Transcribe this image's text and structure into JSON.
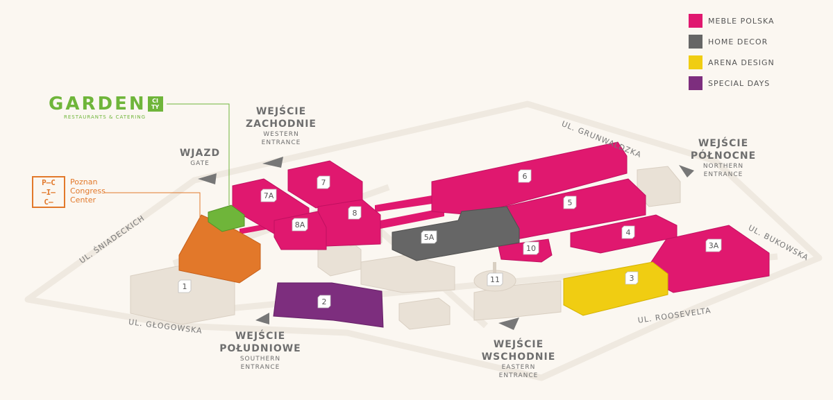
{
  "legend": [
    {
      "label": "MEBLE POLSKA",
      "color": "#e0186f"
    },
    {
      "label": "HOME DECOR",
      "color": "#666666"
    },
    {
      "label": "ARENA DESIGN",
      "color": "#f0cd12"
    },
    {
      "label": "SPECIAL DAYS",
      "color": "#7d2e7e"
    }
  ],
  "colors": {
    "meble_polska": "#e0186f",
    "home_decor": "#666666",
    "arena_design": "#f0cd12",
    "special_days": "#7d2e7e",
    "garden_city": "#6fb53a",
    "congress_center": "#e2782a",
    "other_building": "#e9e1d6",
    "path": "#efe9e0"
  },
  "halls": [
    "7A",
    "7",
    "8A",
    "8",
    "6",
    "5",
    "5A",
    "4",
    "10",
    "3A",
    "3",
    "11",
    "1",
    "2"
  ],
  "entrances": {
    "west": {
      "title_1": "WEJŚCIE",
      "title_2": "ZACHODNIE",
      "sub_1": "WESTERN",
      "sub_2": "ENTRANCE"
    },
    "gate": {
      "title": "WJAZD",
      "sub": "GATE"
    },
    "north": {
      "title_1": "WEJŚCIE",
      "title_2": "PÓŁNOCNE",
      "sub_1": "NORTHERN",
      "sub_2": "ENTRANCE"
    },
    "south": {
      "title_1": "WEJŚCIE",
      "title_2": "POŁUDNIOWE",
      "sub_1": "SOUTHERN",
      "sub_2": "ENTRANCE"
    },
    "east": {
      "title_1": "WEJŚCIE",
      "title_2": "WSCHODNIE",
      "sub_1": "EASTERN",
      "sub_2": "ENTRANCE"
    }
  },
  "streets": {
    "grunwaldzka": "UL. GRUNWALDZKA",
    "sniadeckich": "UL. ŚNIADECKICH",
    "glogowska": "UL. GŁOGOWSKA",
    "roosevelta": "UL. ROOSEVELTA",
    "bukowska": "UL. BUKOWSKA"
  },
  "garden_city": {
    "word": "GARDEN",
    "city_1": "C",
    "city_2": "I",
    "city_3": "T",
    "city_4": "Y",
    "tagline": "RESTAURANTS & CATERING"
  },
  "congress_center": {
    "logo_1": "P—C",
    "logo_2": "—I—",
    "logo_3": "C—",
    "line_1": "Poznan",
    "line_2": "Congress",
    "line_3": "Center"
  }
}
